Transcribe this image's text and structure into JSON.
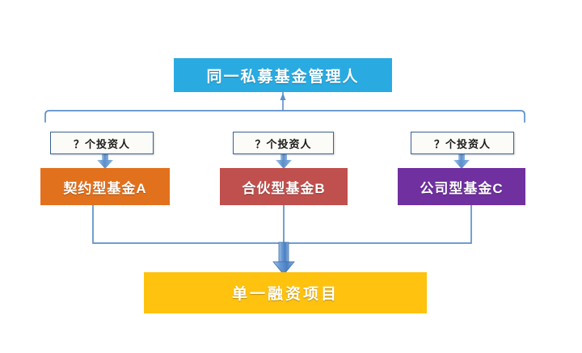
{
  "diagram": {
    "type": "org-flow",
    "title_box": {
      "label": "同一私募基金管理人",
      "color": "#29ABE2",
      "text_color": "#FFFFFF"
    },
    "investor_labels": [
      {
        "label": "？个投资人",
        "border_color": "#3C6291",
        "fill_color": "#FBFBF7"
      },
      {
        "label": "？个投资人",
        "border_color": "#3C6291",
        "fill_color": "#FBFBF7"
      },
      {
        "label": "？个投资人",
        "border_color": "#3C6291",
        "fill_color": "#FBFBF7"
      }
    ],
    "funds": [
      {
        "label": "契约型基金A",
        "color": "#E2711D"
      },
      {
        "label": "合伙型基金B",
        "color": "#C0504D"
      },
      {
        "label": "公司型基金C",
        "color": "#7030A0"
      }
    ],
    "project_box": {
      "label": "单一融资项目",
      "color": "#FFC20E",
      "text_color": "#FFFFFF"
    },
    "connector_color": "#5B8FCB",
    "bracket_color": "#5B8FCB"
  }
}
